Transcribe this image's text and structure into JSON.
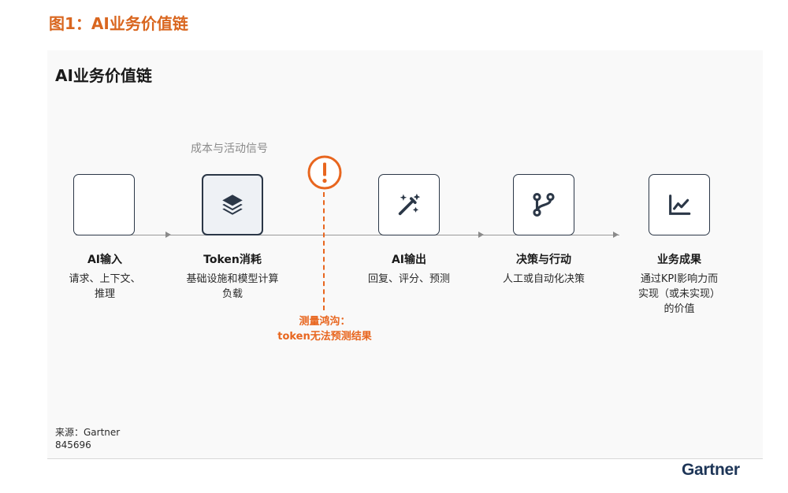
{
  "figure_title": "图1：AI业务价值链",
  "panel_title": "AI业务价值链",
  "signal_label": "成本与活动信号",
  "nodes": [
    {
      "title": "AI输入",
      "description_lines": [
        "请求、上下文、",
        "推理"
      ],
      "icon": "empty",
      "highlight": false
    },
    {
      "title": "Token消耗",
      "description_lines": [
        "基础设施和模型计算",
        "负载"
      ],
      "icon": "layers-icon",
      "highlight": true
    },
    {
      "title": "AI输出",
      "description_lines": [
        "回复、评分、预测"
      ],
      "icon": "magic-wand-icon",
      "highlight": false
    },
    {
      "title": "决策与行动",
      "description_lines": [
        "人工或自动化决策"
      ],
      "icon": "git-branch-icon",
      "highlight": false
    },
    {
      "title": "业务成果",
      "description_lines": [
        "通过KPI影响力而",
        "实现（或未实现）",
        "的价值"
      ],
      "icon": "line-chart-icon",
      "highlight": false
    }
  ],
  "warning": {
    "icon": "alert-circle-icon",
    "lines": [
      "测量鸿沟：",
      "token无法预测结果"
    ],
    "color": "#e8661f"
  },
  "source_lines": [
    "来源：Gartner",
    "845696"
  ],
  "brand": "Gartner",
  "colors": {
    "accent": "#d9661f",
    "warning": "#e8661f",
    "node_border": "#2b3747"
  }
}
